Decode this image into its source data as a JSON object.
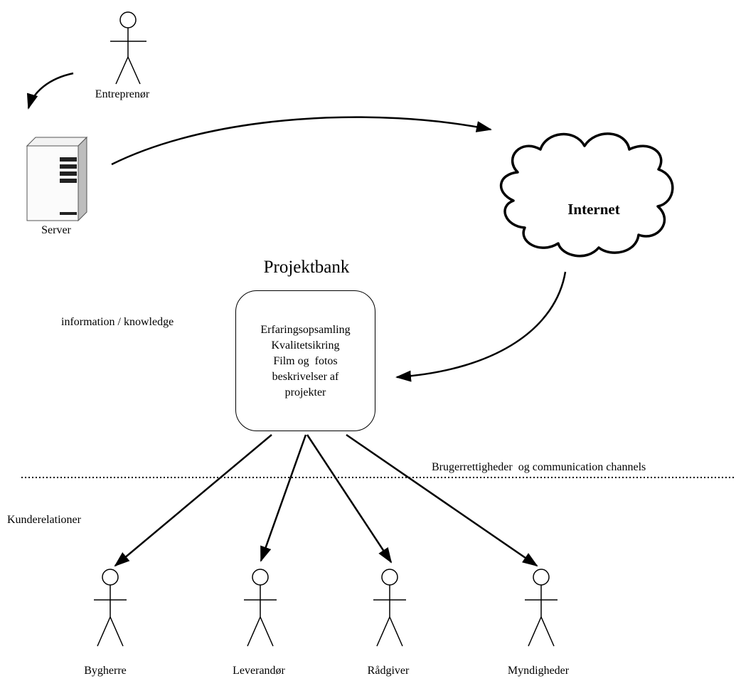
{
  "diagram": {
    "title": "Projektbank",
    "bank_lines": [
      "Erfaringsopsamling",
      "Kvalitetsikring",
      "Film og  fotos",
      "beskrivelser af",
      "projekter"
    ],
    "entrepreneur_label": "Entreprenør",
    "server_label": "Server",
    "internet_label": "Internet",
    "info_label": "information / knowledge",
    "rights_label": "Brugerrettigheder  og communication channels",
    "customer_label": "Kunderelationer",
    "actors": {
      "bygherre": "Bygherre",
      "leverandor": "Leverandør",
      "radgiver": "Rådgiver",
      "myndigheder": "Myndigheder"
    },
    "stroke_color": "#000000",
    "icons": [
      "stick-figure-icon",
      "server-icon",
      "cloud-icon",
      "arrow-icon"
    ]
  }
}
